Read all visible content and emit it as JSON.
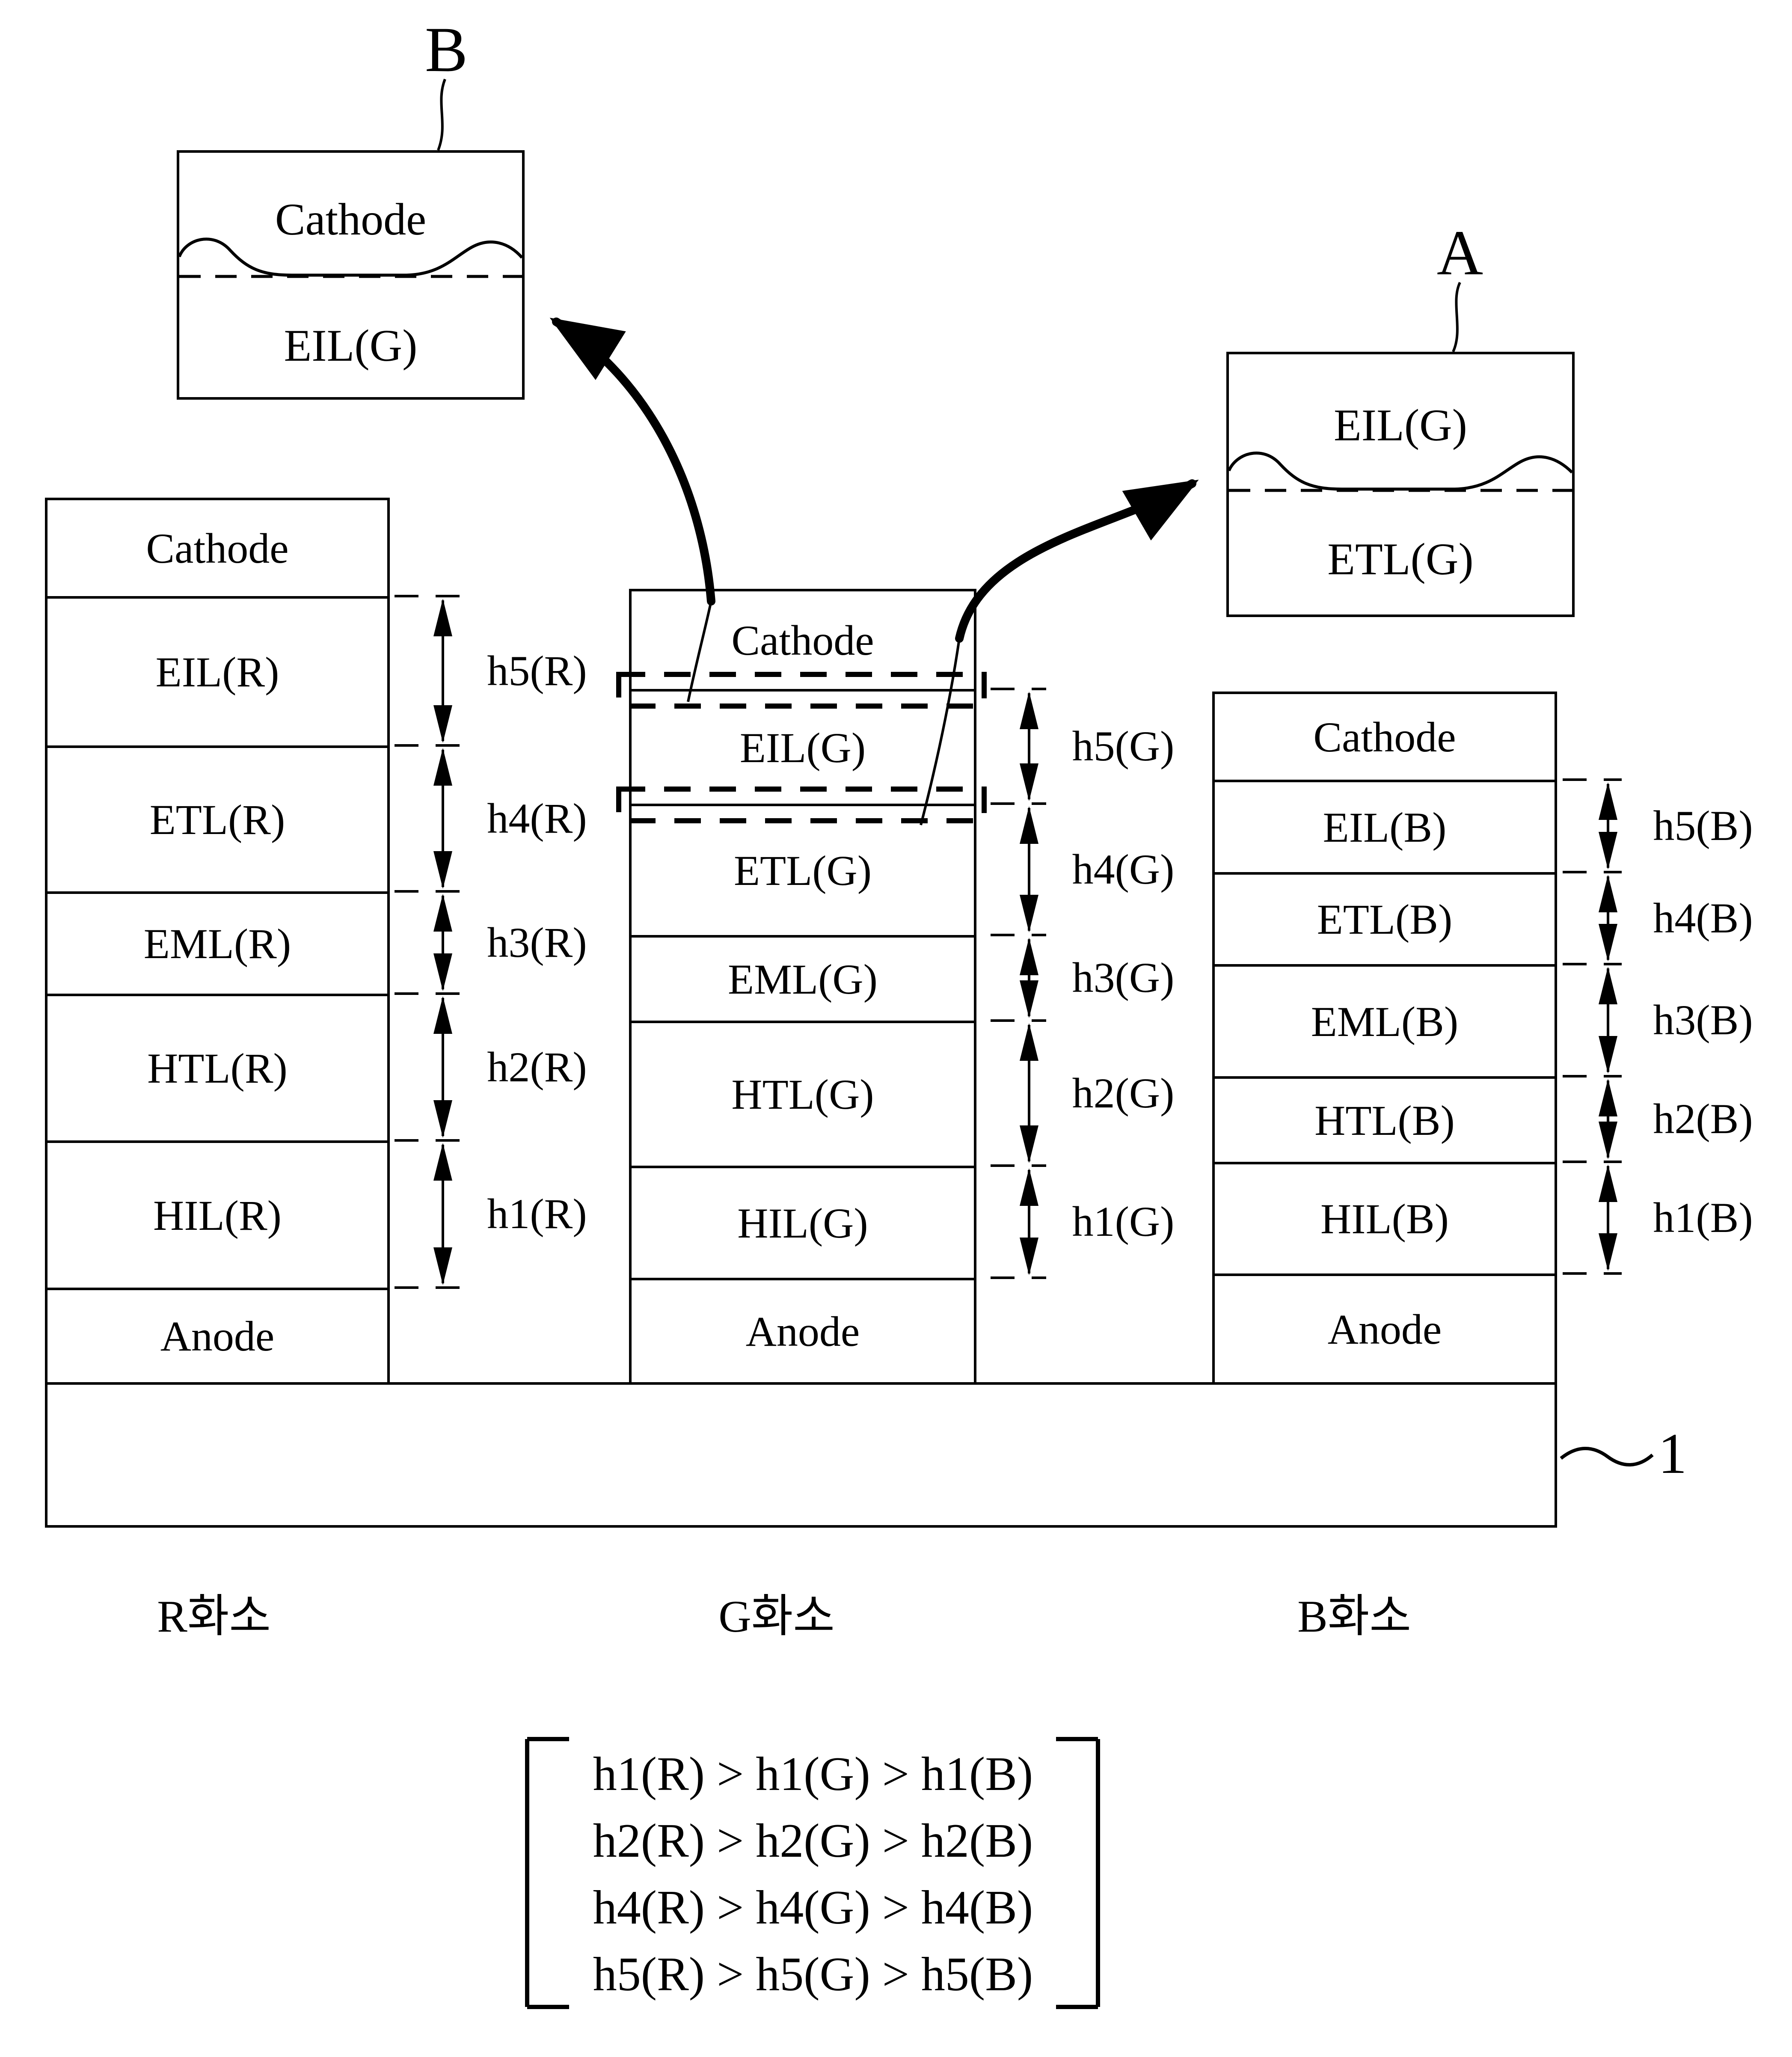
{
  "figure": {
    "callouts": {
      "b": {
        "label": "B",
        "top_layer": "Cathode",
        "bottom_layer": "EIL(G)"
      },
      "a": {
        "label": "A",
        "top_layer": "EIL(G)",
        "bottom_layer": "ETL(G)"
      }
    },
    "stacks": [
      {
        "name": "R",
        "pixel_label": "R화소",
        "layers": [
          "Cathode",
          "EIL(R)",
          "ETL(R)",
          "EML(R)",
          "HTL(R)",
          "HIL(R)",
          "Anode"
        ],
        "heights": [
          "h5(R)",
          "h4(R)",
          "h3(R)",
          "h2(R)",
          "h1(R)"
        ]
      },
      {
        "name": "G",
        "pixel_label": "G화소",
        "layers": [
          "Cathode",
          "EIL(G)",
          "ETL(G)",
          "EML(G)",
          "HTL(G)",
          "HIL(G)",
          "Anode"
        ],
        "heights": [
          "h5(G)",
          "h4(G)",
          "h3(G)",
          "h2(G)",
          "h1(G)"
        ]
      },
      {
        "name": "B",
        "pixel_label": "B화소",
        "layers": [
          "Cathode",
          "EIL(B)",
          "ETL(B)",
          "EML(B)",
          "HTL(B)",
          "HIL(B)",
          "Anode"
        ],
        "heights": [
          "h5(B)",
          "h4(B)",
          "h3(B)",
          "h2(B)",
          "h1(B)"
        ]
      }
    ],
    "substrate_ref": "1",
    "formula_lines": [
      "h1(R) > h1(G) > h1(B)",
      "h2(R) > h2(G) > h2(B)",
      "h4(R) > h4(G) > h4(B)",
      "h5(R) > h5(G) > h5(B)"
    ],
    "colors": {
      "ink": "#000000",
      "background": "#ffffff"
    }
  }
}
